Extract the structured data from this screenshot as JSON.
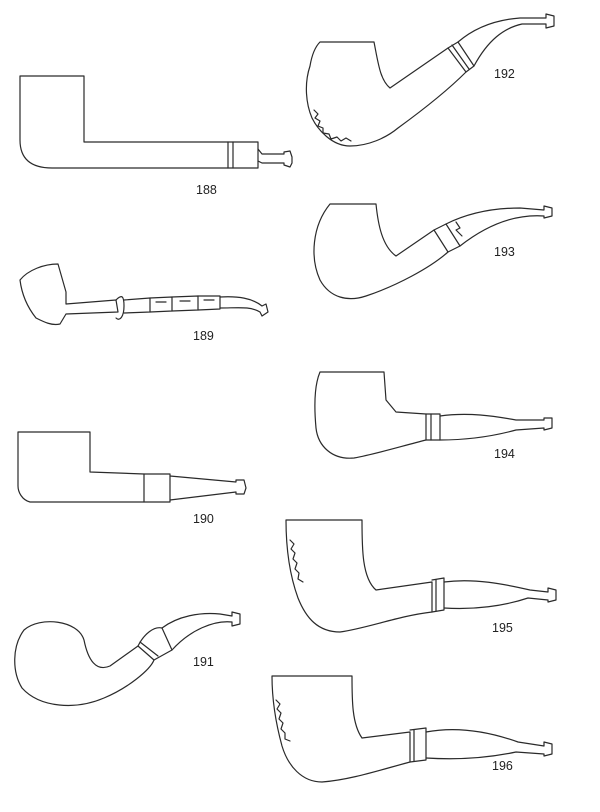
{
  "figures": [
    {
      "id": "fig-188",
      "label": "188"
    },
    {
      "id": "fig-189",
      "label": "189"
    },
    {
      "id": "fig-190",
      "label": "190"
    },
    {
      "id": "fig-191",
      "label": "191"
    },
    {
      "id": "fig-192",
      "label": "192"
    },
    {
      "id": "fig-193",
      "label": "193"
    },
    {
      "id": "fig-194",
      "label": "194"
    },
    {
      "id": "fig-195",
      "label": "195"
    },
    {
      "id": "fig-196",
      "label": "196"
    }
  ],
  "colors": {
    "line": "#2a2a2a",
    "background": "#ffffff",
    "label": "#222222"
  }
}
